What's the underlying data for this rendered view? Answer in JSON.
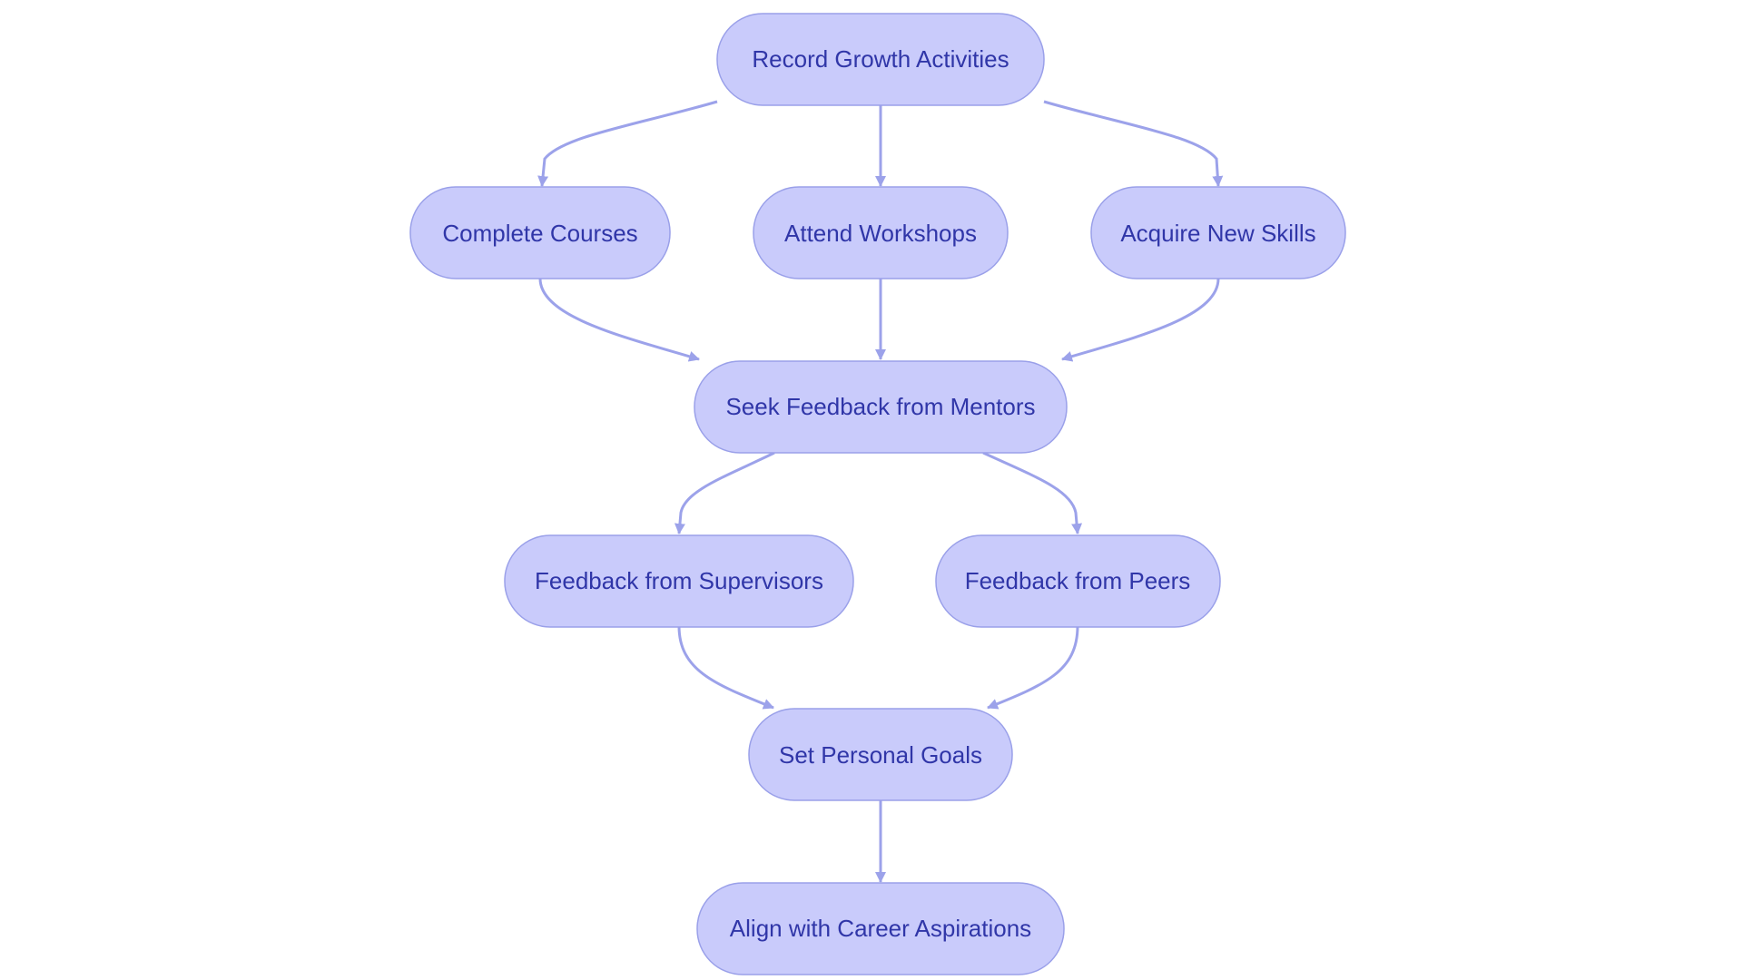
{
  "colors": {
    "background": "#ffffff",
    "node_fill": "#c9cbfb",
    "node_border": "#9aa0e9",
    "node_text": "#3036a8",
    "edge": "#9ca2ea"
  },
  "nodes": [
    {
      "id": "record",
      "label": "Record Growth Activities"
    },
    {
      "id": "courses",
      "label": "Complete Courses"
    },
    {
      "id": "workshops",
      "label": "Attend Workshops"
    },
    {
      "id": "skills",
      "label": "Acquire New Skills"
    },
    {
      "id": "mentors",
      "label": "Seek Feedback from Mentors"
    },
    {
      "id": "supervisors",
      "label": "Feedback from Supervisors"
    },
    {
      "id": "peers",
      "label": "Feedback from Peers"
    },
    {
      "id": "goals",
      "label": "Set Personal Goals"
    },
    {
      "id": "align",
      "label": "Align with Career Aspirations"
    }
  ],
  "edges": [
    {
      "from": "record",
      "to": "courses"
    },
    {
      "from": "record",
      "to": "workshops"
    },
    {
      "from": "record",
      "to": "skills"
    },
    {
      "from": "courses",
      "to": "mentors"
    },
    {
      "from": "workshops",
      "to": "mentors"
    },
    {
      "from": "skills",
      "to": "mentors"
    },
    {
      "from": "mentors",
      "to": "supervisors"
    },
    {
      "from": "mentors",
      "to": "peers"
    },
    {
      "from": "supervisors",
      "to": "goals"
    },
    {
      "from": "peers",
      "to": "goals"
    },
    {
      "from": "goals",
      "to": "align"
    }
  ]
}
